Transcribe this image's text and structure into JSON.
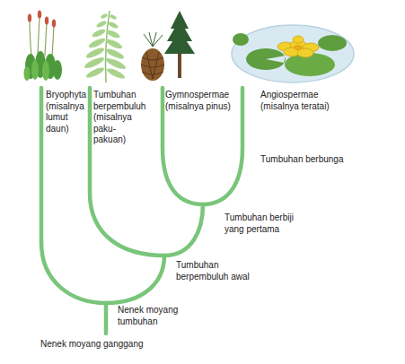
{
  "diagram": {
    "labels": [
      "Bryophyta (misalnya lumut daun)",
      "Tumbuhan berpembuluh (misalnya paku-pakuan)",
      "Gymnospermae (misalnya pinus)",
      "Angiospermae (misalnya teratai)",
      "Tumbuhan berbunga",
      "Tumbuhan berbiji yang pertama",
      "Tumbuhan berpembuluh awal",
      "Nenek moyang tumbuhan",
      "Nenek moyang ganggang"
    ]
  }
}
